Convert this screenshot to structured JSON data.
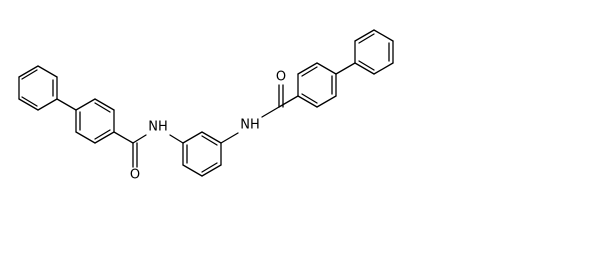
{
  "molecule": {
    "atom_labels": {
      "nh_left": "NH",
      "o_left": "O",
      "nh_right": "NH",
      "o_right": "O"
    },
    "colors": {
      "bond": "#000000",
      "label": "#000000",
      "background": "#ffffff"
    }
  }
}
